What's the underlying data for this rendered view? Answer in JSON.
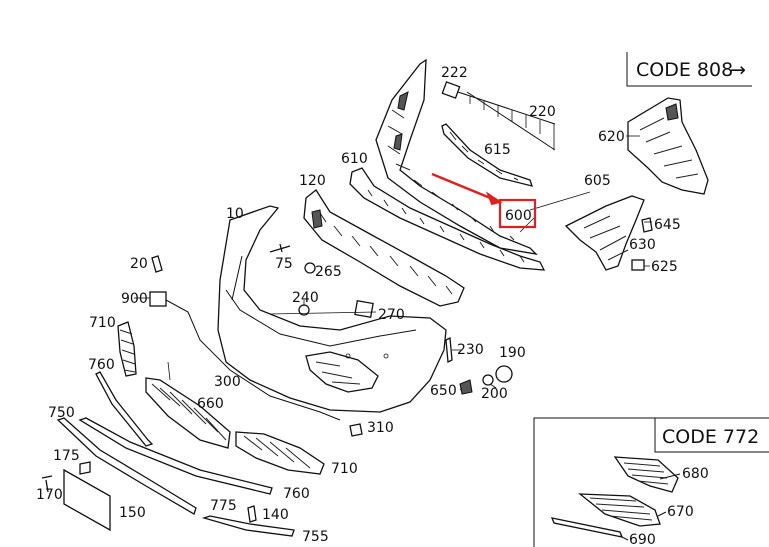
{
  "diagram": {
    "callouts": {
      "c222": "222",
      "c220": "220",
      "c615": "615",
      "c610": "610",
      "c120": "120",
      "c605": "605",
      "c600": "600",
      "c620": "620",
      "c645": "645",
      "c630": "630",
      "c625": "625",
      "c10": "10",
      "c20": "20",
      "c75": "75",
      "c265": "265",
      "c240": "240",
      "c900": "900",
      "c270": "270",
      "c710a": "710",
      "c230": "230",
      "c190": "190",
      "c760a": "760",
      "c300": "300",
      "c650": "650",
      "c200": "200",
      "c660": "660",
      "c750": "750",
      "c310": "310",
      "c710b": "710",
      "c175": "175",
      "c760b": "760",
      "c170": "170",
      "c775": "775",
      "c140": "140",
      "c150": "150",
      "c755": "755",
      "c680": "680",
      "c670": "670",
      "c690": "690"
    },
    "code_808": "CODE 808",
    "code_808_arrow": "→",
    "code_772": "CODE 772",
    "highlight_color": "#e02020"
  }
}
